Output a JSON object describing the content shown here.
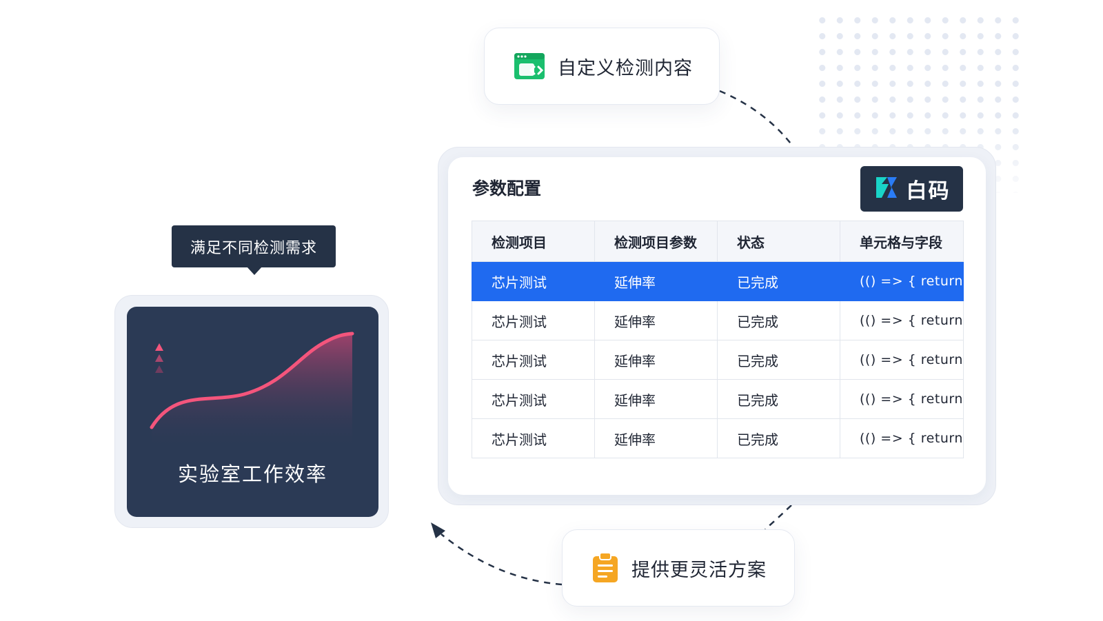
{
  "callouts": {
    "top_label": "自定义检测内容",
    "bottom_label": "提供更灵活方案",
    "tooltip": "满足不同检测需求"
  },
  "panel": {
    "title": "参数配置",
    "brand": "白码",
    "columns": [
      "检测项目",
      "检测项目参数",
      "状态",
      "单元格与字段"
    ],
    "rows": [
      {
        "item": "芯片测试",
        "param": "延伸率",
        "status": "已完成",
        "field": "(() => { return",
        "selected": true
      },
      {
        "item": "芯片测试",
        "param": "延伸率",
        "status": "已完成",
        "field": "(() => { return",
        "selected": false
      },
      {
        "item": "芯片测试",
        "param": "延伸率",
        "status": "已完成",
        "field": "(() => { return",
        "selected": false
      },
      {
        "item": "芯片测试",
        "param": "延伸率",
        "status": "已完成",
        "field": "(() => { return",
        "selected": false
      },
      {
        "item": "芯片测试",
        "param": "延伸率",
        "status": "已完成",
        "field": "(() => { return",
        "selected": false
      }
    ]
  },
  "efficiency_card": {
    "label": "实验室工作效率",
    "trend_icon": "triangle-up-stack-icon"
  },
  "colors": {
    "accent_blue": "#1f6af0",
    "card_navy": "#2b3a55",
    "curve_pink": "#f4557c",
    "code_green": "#1bbf6e",
    "clipboard_orange": "#f5a623",
    "brand_teal": "#19d4c8"
  },
  "icons": {
    "top": "code-window-icon",
    "bottom": "clipboard-icon",
    "brand": "baima-logo-icon"
  }
}
